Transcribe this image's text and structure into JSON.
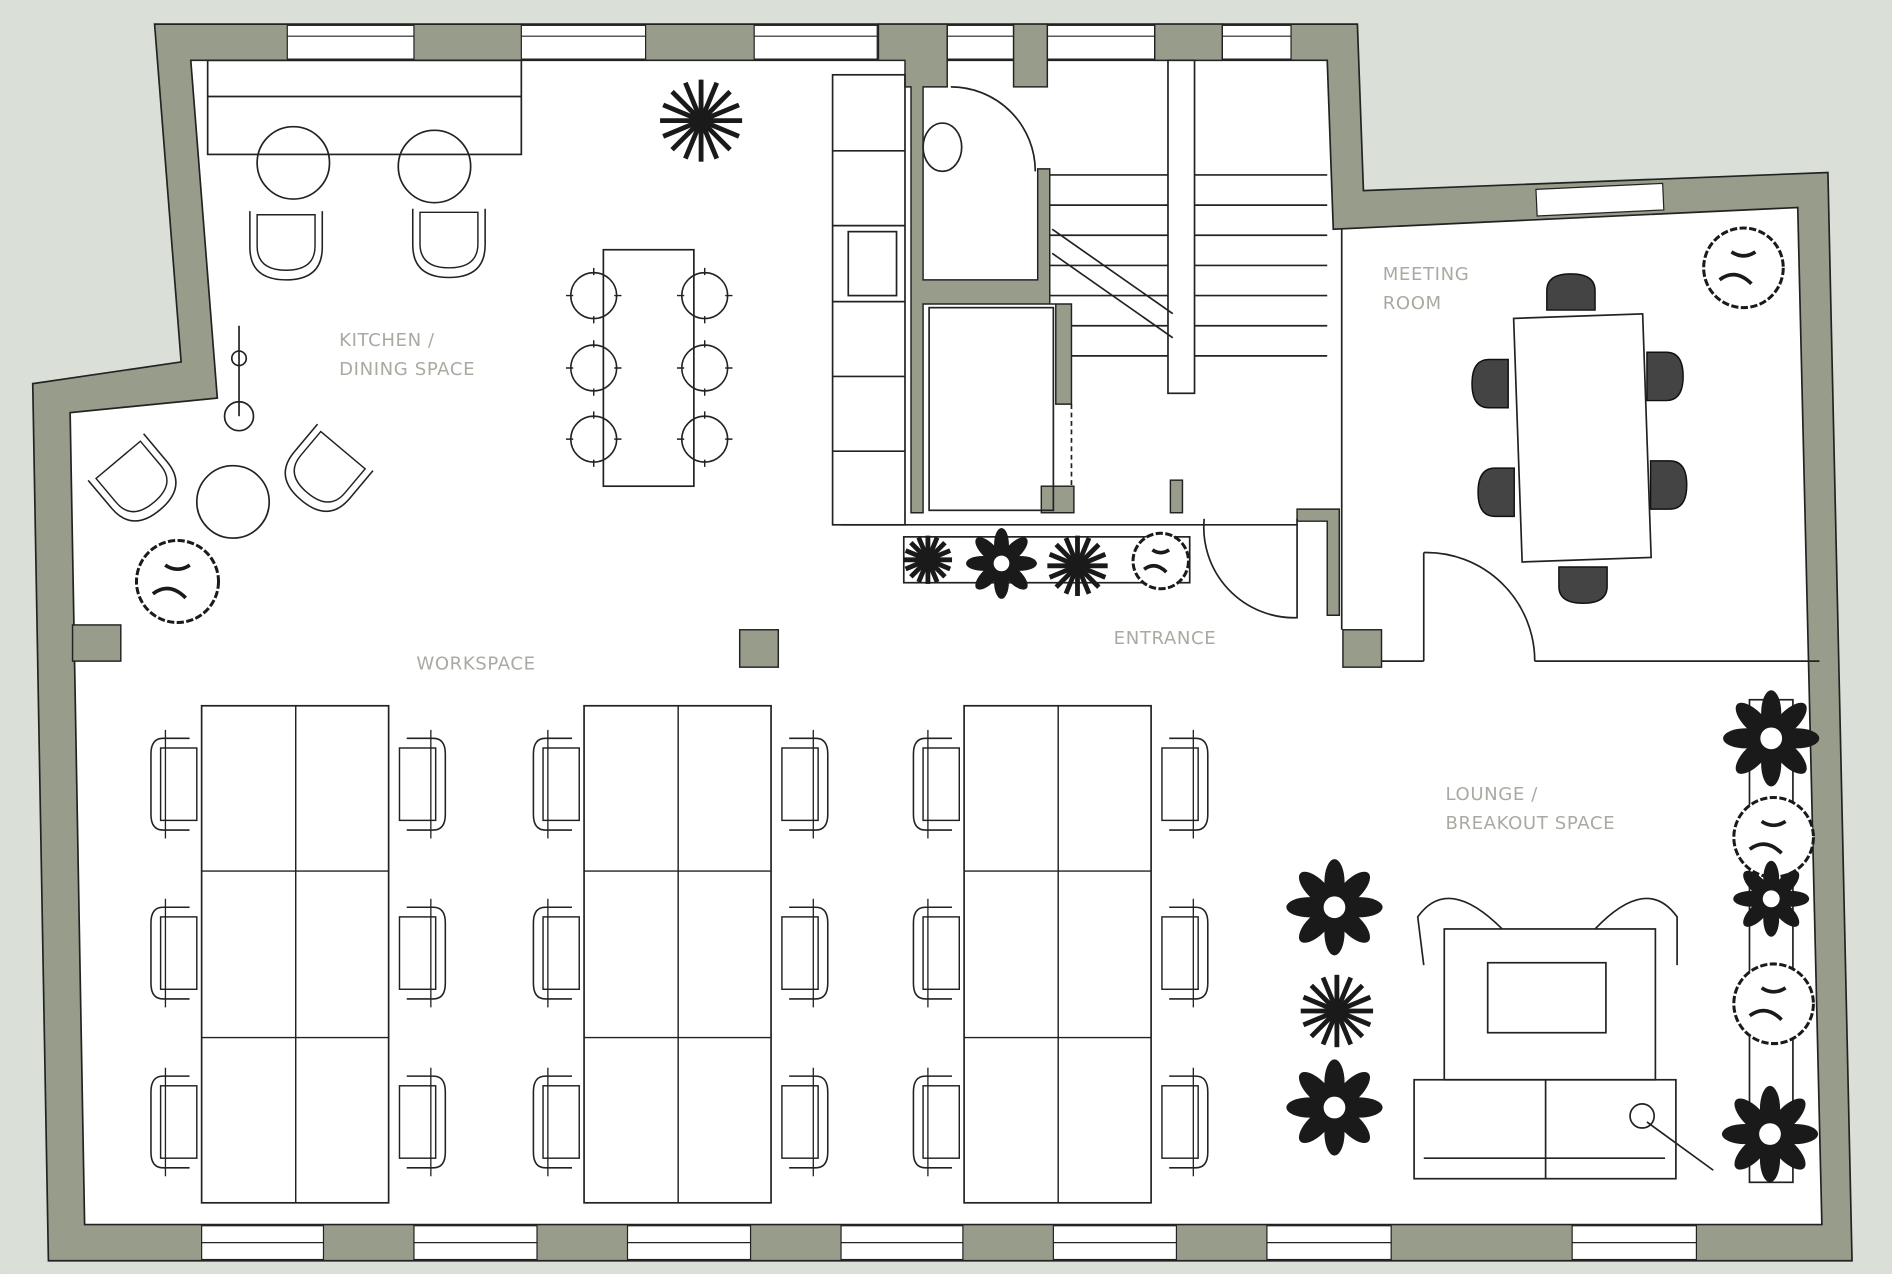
{
  "colors": {
    "background": "#dadfd8",
    "wall": "#989d8b",
    "floor": "#ffffff",
    "line": "#222222",
    "label": "#a9aba2",
    "plant": "#1a1a1a"
  },
  "rooms": {
    "kitchen": [
      "KITCHEN /",
      "DINING SPACE"
    ],
    "meeting": [
      "MEETING",
      "ROOM"
    ],
    "workspace": "WORKSPACE",
    "entrance": "ENTRANCE",
    "lounge": [
      "LOUNGE /",
      "BREAKOUT SPACE"
    ]
  }
}
